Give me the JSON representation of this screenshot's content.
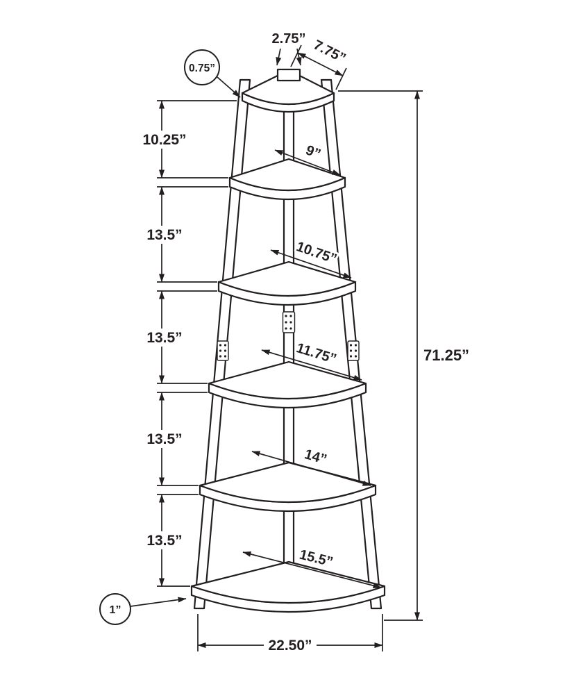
{
  "diagram": {
    "labels": {
      "top_depth": "2.75”",
      "top_edge": "7.75”",
      "shelf_thickness": "0.75”",
      "top_gap": "10.25”",
      "shelf_1": "9”",
      "gap_2": "13.5”",
      "shelf_2": "10.75”",
      "gap_3": "13.5”",
      "shelf_3": "11.75”",
      "gap_4": "13.5”",
      "shelf_4": "14”",
      "gap_5": "13.5”",
      "shelf_5": "15.5”",
      "leg_thickness": "1”",
      "total_height": "71.25”",
      "base_width": "22.50”"
    },
    "colors": {
      "line": "#231f20",
      "background": "#ffffff"
    }
  }
}
